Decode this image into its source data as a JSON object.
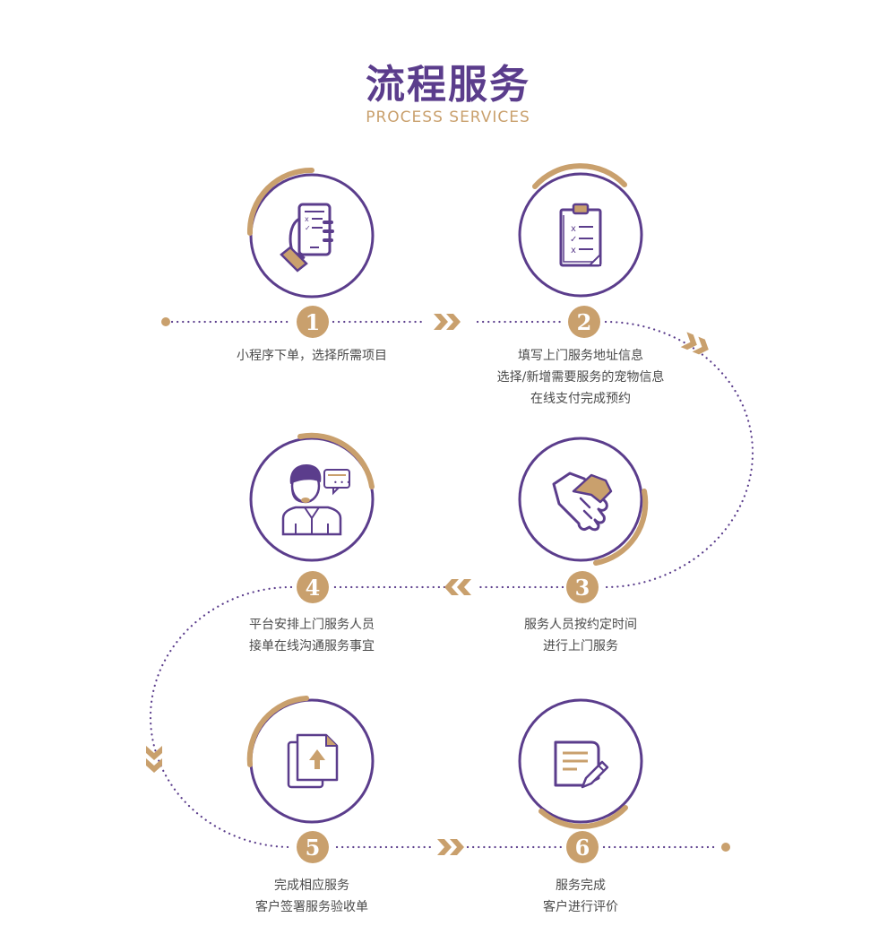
{
  "header": {
    "title": "流程服务",
    "subtitle": "PROCESS SERVICES"
  },
  "colors": {
    "purple": "#5b3d8c",
    "gold": "#c9a06d",
    "text": "#4a4a4a"
  },
  "steps": [
    {
      "number": "1",
      "icon": "phone-checklist-icon",
      "lines": [
        "小程序下单，选择所需项目"
      ]
    },
    {
      "number": "2",
      "icon": "clipboard-icon",
      "lines": [
        "填写上门服务地址信息",
        "选择/新增需要服务的宠物信息",
        "在线支付完成预约"
      ]
    },
    {
      "number": "3",
      "icon": "handshake-icon",
      "lines": [
        "服务人员按约定时间",
        "进行上门服务"
      ]
    },
    {
      "number": "4",
      "icon": "customer-service-icon",
      "lines": [
        "平台安排上门服务人员",
        "接单在线沟通服务事宜"
      ]
    },
    {
      "number": "5",
      "icon": "document-upload-icon",
      "lines": [
        "完成相应服务",
        "客户签署服务验收单"
      ]
    },
    {
      "number": "6",
      "icon": "document-edit-icon",
      "lines": [
        "服务完成",
        "客户进行评价"
      ]
    }
  ]
}
